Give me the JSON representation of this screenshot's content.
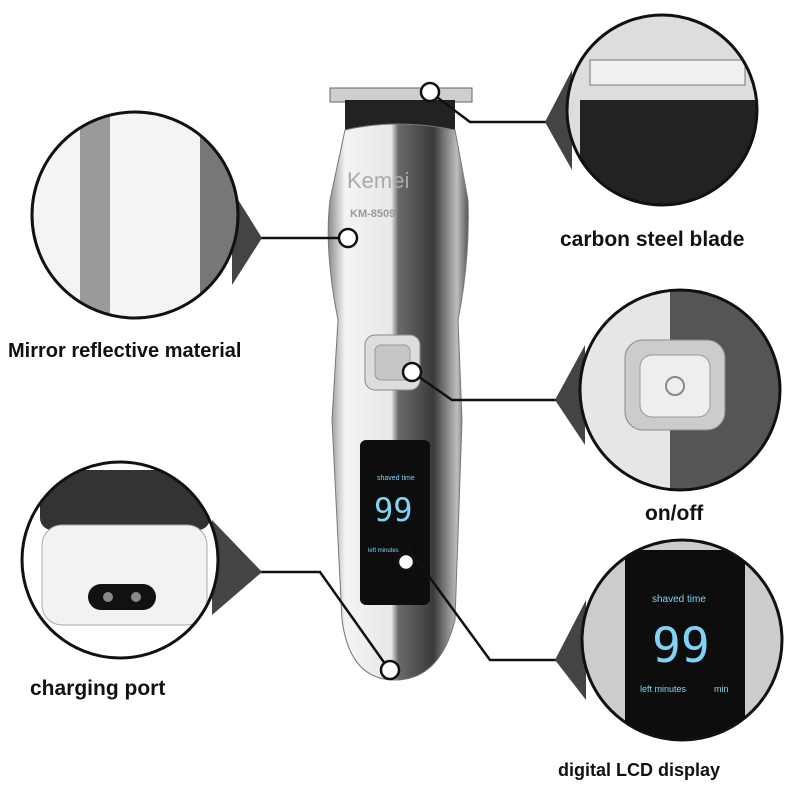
{
  "product": {
    "brand": "Kemei",
    "model": "KM-8509",
    "lcd": {
      "caption": "shaved time",
      "value": "99",
      "left_label": "left minutes",
      "unit": "min"
    }
  },
  "callouts": [
    {
      "id": "blade",
      "label": "carbon steel blade"
    },
    {
      "id": "material",
      "label": "Mirror reflective material"
    },
    {
      "id": "switch",
      "label": "on/off"
    },
    {
      "id": "port",
      "label": "charging port"
    },
    {
      "id": "display",
      "label": "digital LCD display"
    }
  ],
  "colors": {
    "lcd_digits": "#7fd3f5",
    "lcd_bg": "#0d0d0d",
    "outline": "#111111",
    "chrome": "#c8c8c8"
  }
}
